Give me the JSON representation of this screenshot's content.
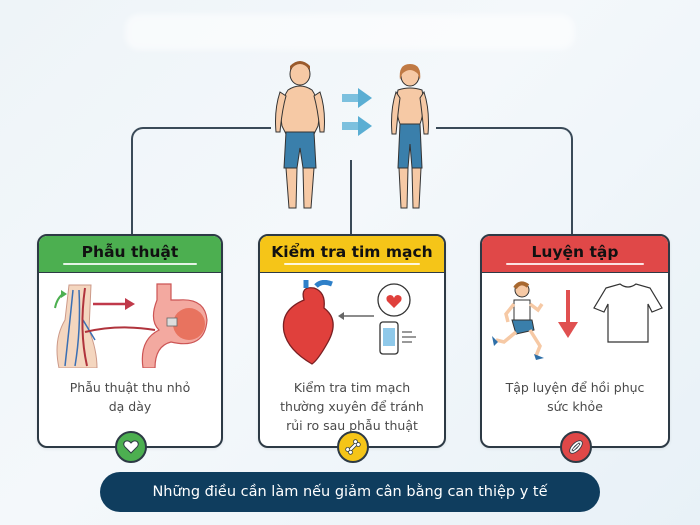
{
  "figure": {
    "before_label": "",
    "after_label": "",
    "transition_arrows": 2
  },
  "cards": [
    {
      "title": "Phẫu thuật",
      "description_line1": "Phẫu thuật thu nhỏ",
      "description_line2": "dạ dày",
      "header_color": "#4caf50",
      "badge_icon": "heart-icon",
      "illustration": "gastric-surgery-illustration"
    },
    {
      "title": "Kiểm tra tim mạch",
      "description_line1": "Kiểm tra tim mạch",
      "description_line2": "thường xuyên để tránh",
      "description_line3": "rủi ro sau phẫu thuật",
      "header_color": "#f5c518",
      "badge_icon": "bone-icon",
      "illustration": "heart-monitoring-illustration"
    },
    {
      "title": "Luyện tập",
      "description_line1": "Tập luyện để hồi phục",
      "description_line2": "sức khỏe",
      "header_color": "#e04848",
      "badge_icon": "muscle-icon",
      "illustration": "running-exercise-illustration"
    }
  ],
  "footer": {
    "label": "Những điều cần làm nếu giảm cân bằng can thiệp y tế"
  },
  "colors": {
    "connector": "#3a4a58",
    "footer_bg": "#0f3d5e",
    "arrow": "#5aaed3",
    "shorts": "#3a7fab",
    "skin": "#f6c9a5"
  }
}
